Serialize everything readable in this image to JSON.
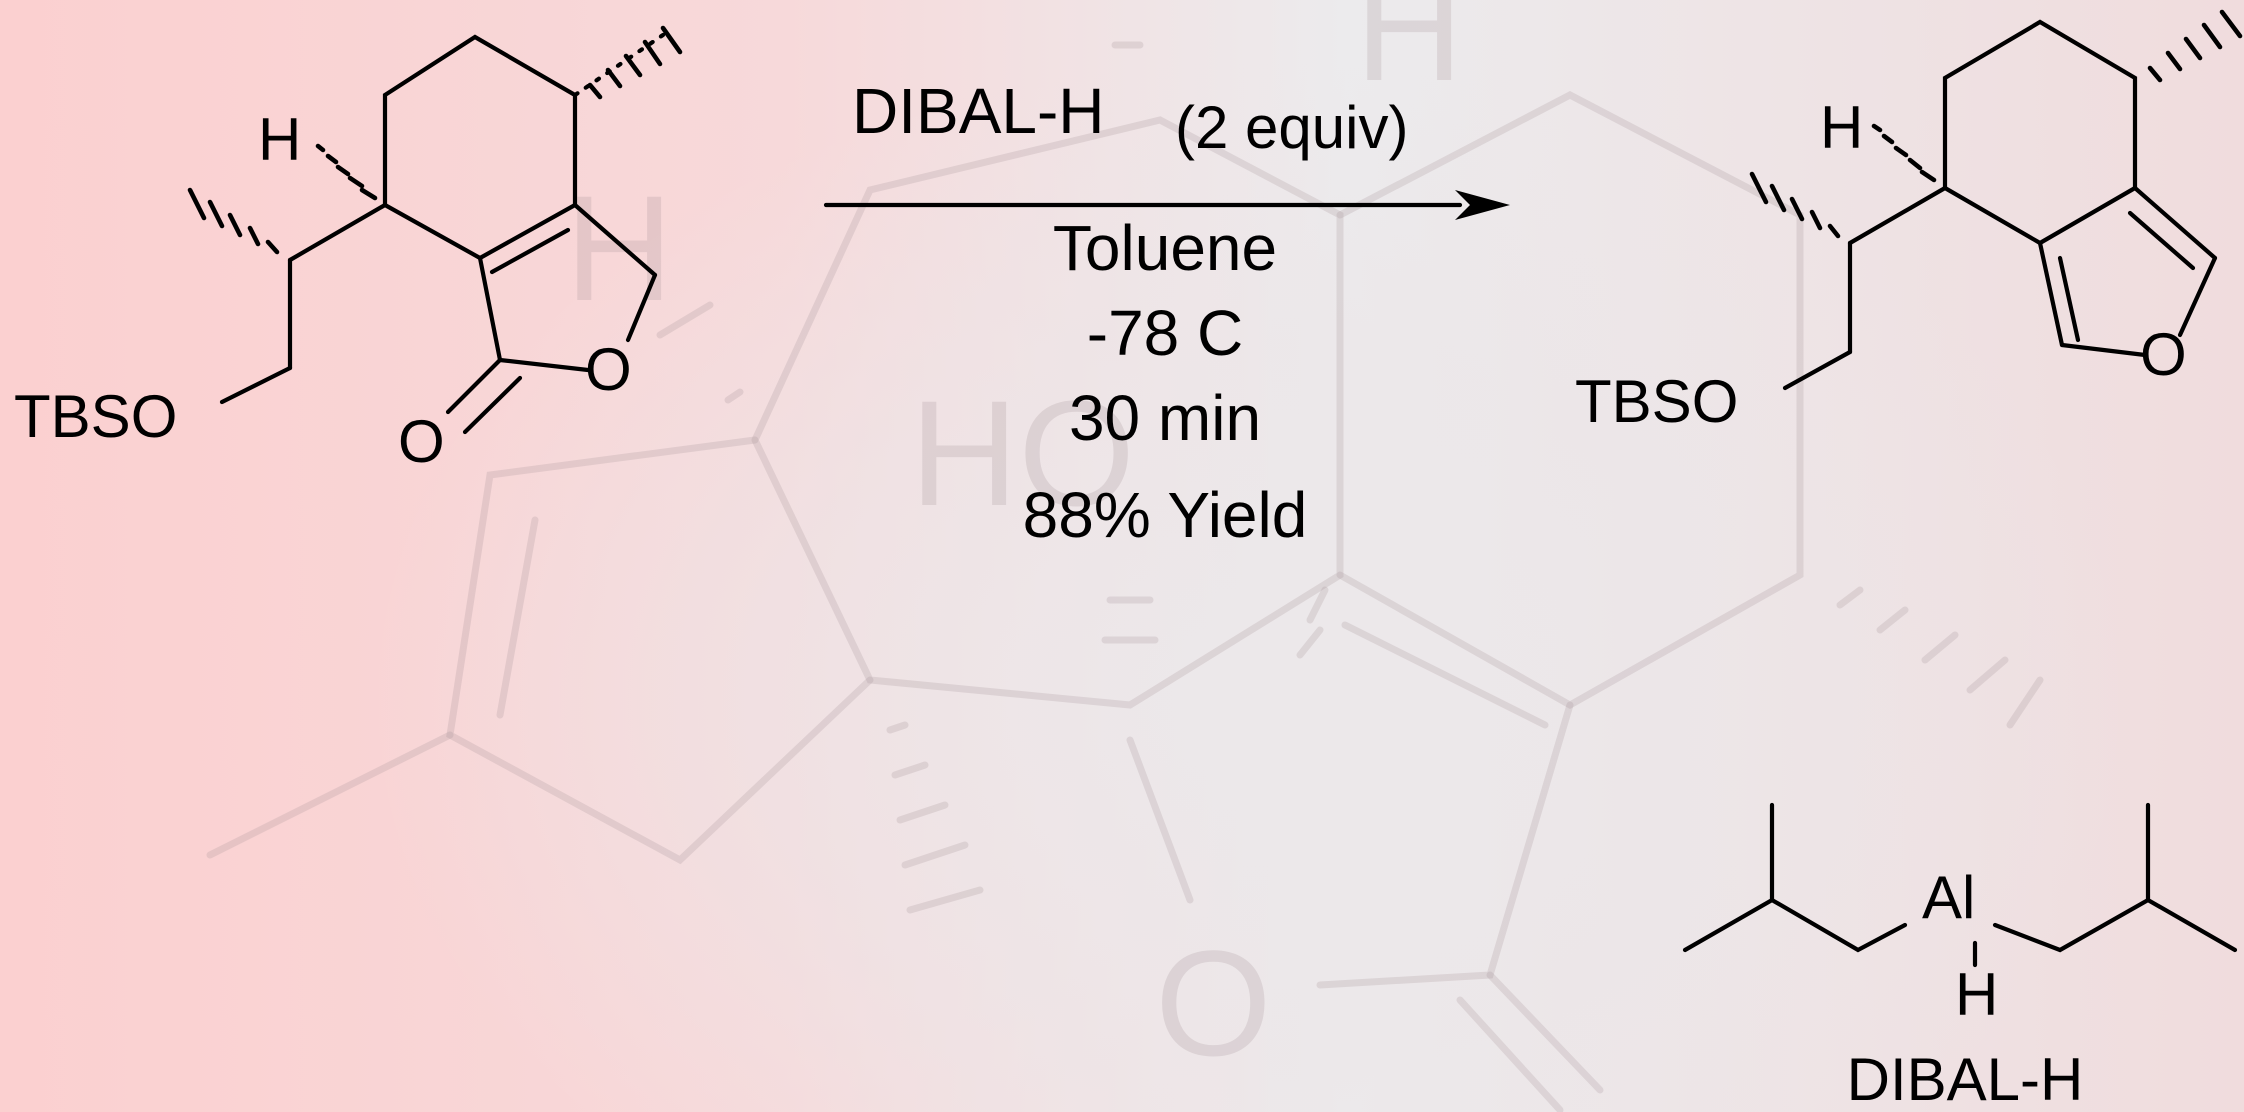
{
  "reaction": {
    "reagent": "DIBAL-H",
    "equiv": "(2 equiv)",
    "solvent": "Toluene",
    "temperature": "-78 C",
    "time": "30 min",
    "yield": "88% Yield"
  },
  "reactant": {
    "label_h": "H",
    "label_tbso": "TBSO",
    "label_o_ring": "O",
    "label_o_carbonyl": "O"
  },
  "product": {
    "label_h": "H",
    "label_tbso": "TBSO",
    "label_o_furan": "O"
  },
  "reagent_structure": {
    "label_al": "Al",
    "label_h": "H",
    "caption": "DIBAL-H"
  },
  "watermark": {
    "label_h": "H",
    "label_ho": "HO",
    "label_o": "O"
  },
  "colors": {
    "ink": "#000000",
    "background_pink": "#fbd0d0",
    "background_gray": "#ecebed"
  }
}
